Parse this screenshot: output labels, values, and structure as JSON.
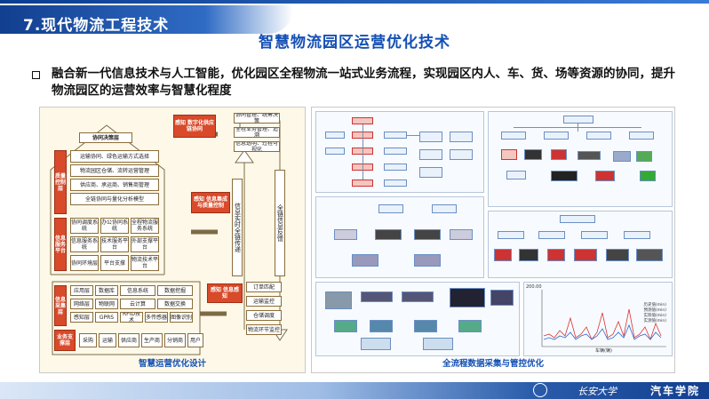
{
  "header": {
    "section": "7.现代物流工程技术",
    "title": "智慧物流园区运营优化技术"
  },
  "bullet": {
    "text": "融合新一代信息技术与人工智能，优化园区全程物流一站式业务流程，实现园区内人、车、货、场等资源的协同，提升物流园区的运营效率与智慧化程度"
  },
  "left": {
    "caption": "智慧运营优化设计",
    "top_label": "感知 数字化供应链协同",
    "top_right": [
      "协同管理、统筹决策",
      "全程业务管理、追溯",
      "信息透明、过程可视化"
    ],
    "layer1": "协同决策层",
    "layer1_rows": [
      "运输协同、绿色运输方式选择",
      "物流园区仓储、流转运营管理",
      "供应商、承运商、销售商管理",
      "全链协同与量化分析模型"
    ],
    "side_label1": "质量控制层",
    "mid_label": "感知 信息集成与质量控制",
    "layer2_rows": [
      [
        "协同调度系统",
        "办公协同系统",
        "全程物流服务系统"
      ],
      [
        "信息服务系统",
        "技术服务平台",
        "外部支撑平台"
      ],
      [
        "协同环境层",
        "平台支撑",
        "物流技术平台"
      ]
    ],
    "side_label2": "信息服务平台",
    "vertical_labels": [
      "信息实时全链传递",
      "全链信息反馈"
    ],
    "bottom_label": "感知 信息感知",
    "bottom_right": [
      "订单匹配",
      "运输监控",
      "仓储调度",
      "物流环节监控"
    ],
    "perception_rows": [
      [
        "应用层",
        "数据库",
        "信息系统",
        "数据挖掘"
      ],
      [
        "网络层",
        "物联网",
        "云计算",
        "数据交换"
      ],
      [
        "感知层",
        "GPRS",
        "RFID技术",
        "多传感器",
        "图像识别"
      ]
    ],
    "side_label3": "信息采集层",
    "business": [
      "业务支撑层",
      "采购",
      "运输",
      "供应商",
      "生产商",
      "分销商",
      "用户"
    ]
  },
  "right": {
    "caption": "全流程数据采集与管控优化",
    "chart_labels": [
      "历史值(min)",
      "预测值(min)",
      "实际值(min)",
      "实测值(min)"
    ],
    "chart_ylabel": "200.00",
    "chart_xlabel": "车辆(辆)"
  }
}
